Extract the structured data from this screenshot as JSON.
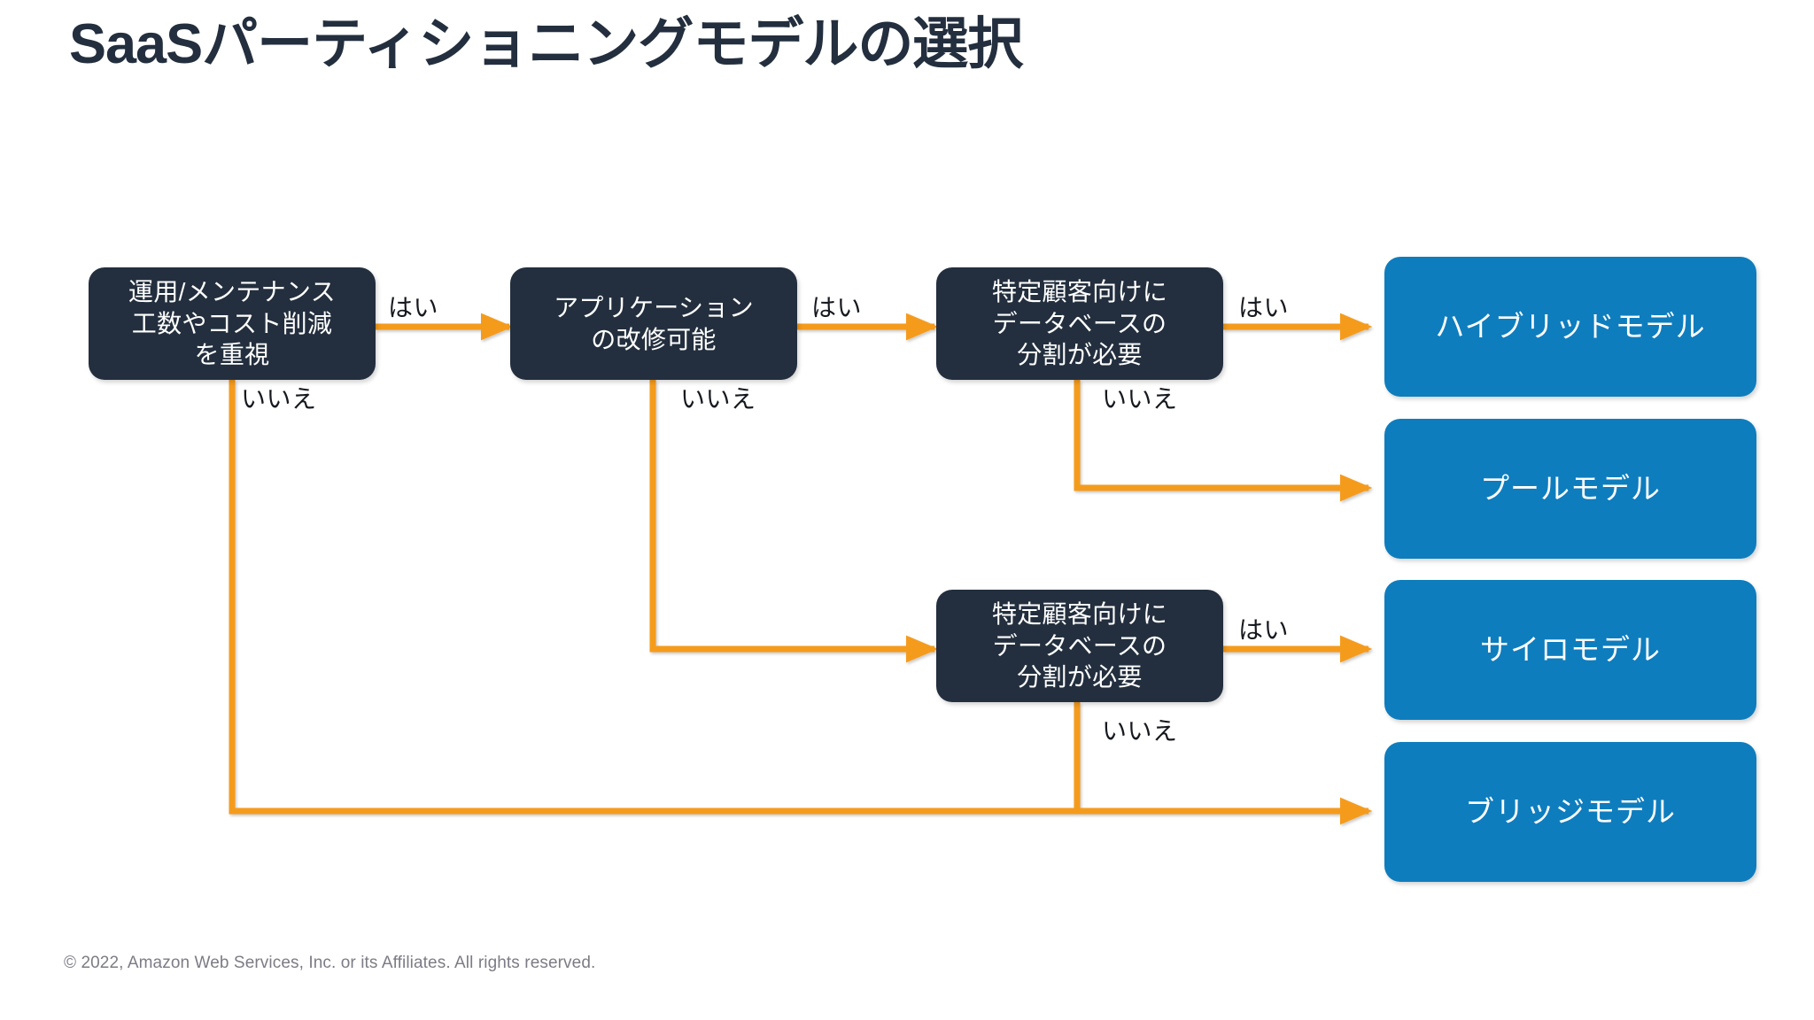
{
  "slide": {
    "title": "SaaSパーティショニングモデルの選択",
    "footer": "© 2022, Amazon Web Services, Inc. or its Affiliates. All rights reserved.",
    "background_color": "#FFFFFF"
  },
  "colors": {
    "decision_box": "#232F3E",
    "result_box": "#0E7DBE",
    "connector": "#F59B1D",
    "title_text": "#232F3E",
    "footer_text": "#7C7C86",
    "label_text": "#16191F",
    "box_text": "#FFFFFF"
  },
  "flowchart": {
    "type": "decision-tree",
    "decision_nodes": [
      {
        "id": "d1",
        "text": "運用/メンテナンス\n工数やコスト削減\nを重視",
        "yes_target": "d2",
        "no_target": "r4"
      },
      {
        "id": "d2",
        "text": "アプリケーション\nの改修可能",
        "yes_target": "d3",
        "no_target": "d4"
      },
      {
        "id": "d3",
        "text": "特定顧客向けに\nデータベースの\n分割が必要",
        "yes_target": "r1",
        "no_target": "r2"
      },
      {
        "id": "d4",
        "text": "特定顧客向けに\nデータベースの\n分割が必要",
        "yes_target": "r3",
        "no_target": "r4"
      }
    ],
    "result_nodes": [
      {
        "id": "r1",
        "text": "ハイブリッドモデル"
      },
      {
        "id": "r2",
        "text": "プールモデル"
      },
      {
        "id": "r3",
        "text": "サイロモデル"
      },
      {
        "id": "r4",
        "text": "ブリッジモデル"
      }
    ],
    "edge_labels": {
      "yes": "はい",
      "no": "いいえ"
    },
    "edges": [
      {
        "from": "d1",
        "to": "d2",
        "label": "はい"
      },
      {
        "from": "d1",
        "to": "r4",
        "label": "いいえ"
      },
      {
        "from": "d2",
        "to": "d3",
        "label": "はい"
      },
      {
        "from": "d2",
        "to": "d4",
        "label": "いいえ"
      },
      {
        "from": "d3",
        "to": "r1",
        "label": "はい"
      },
      {
        "from": "d3",
        "to": "r2",
        "label": "いいえ"
      },
      {
        "from": "d4",
        "to": "r3",
        "label": "はい"
      },
      {
        "from": "d4",
        "to": "r4",
        "label": "いいえ"
      }
    ]
  }
}
